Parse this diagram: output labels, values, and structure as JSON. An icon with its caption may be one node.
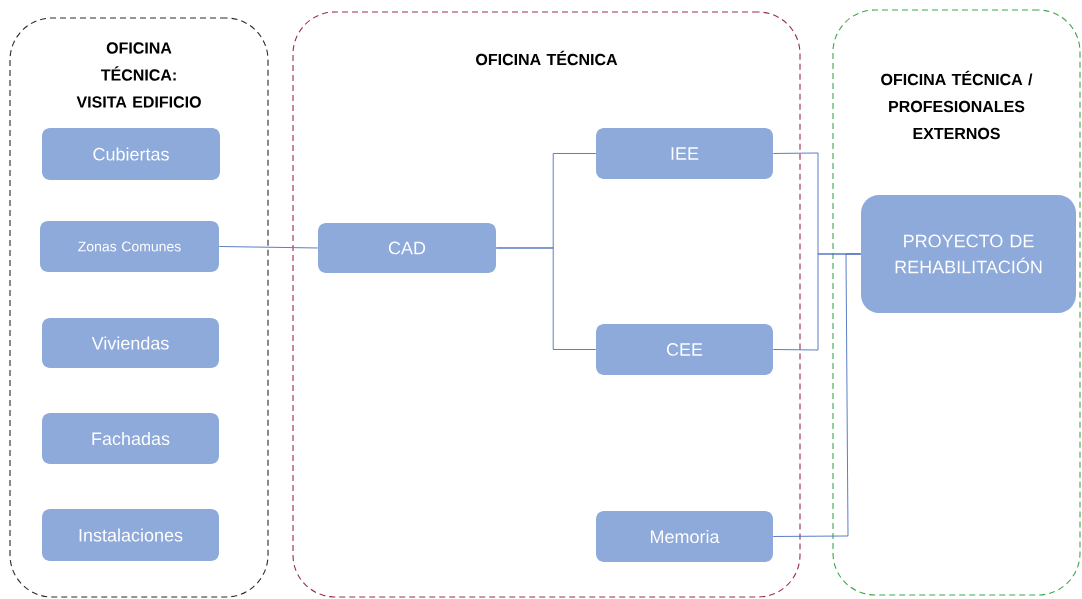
{
  "diagram": {
    "nodes": [
      {
        "text": [
          "OFICINA TÉCNICA: VISITA EDIFICIO"
        ]
      },
      {
        "text": [
          "Cubiertas"
        ],
        "in": 0
      },
      {
        "text": [
          "Zonas Comunes"
        ],
        "in": 0
      },
      {
        "text": [
          "Viviendas"
        ],
        "in": 0
      },
      {
        "text": [
          "Fachadas"
        ],
        "in": 0
      },
      {
        "text": [
          "Instalaciones"
        ],
        "in": 0
      },
      {
        "text": [
          "OFICINA TÉCNICA"
        ]
      },
      {
        "text": [
          "CAD"
        ],
        "in": 6
      },
      {
        "text": [
          "IEE"
        ],
        "in": 6
      },
      {
        "text": [
          "CEE"
        ],
        "in": 6
      },
      {
        "text": [
          "Memoria"
        ],
        "in": 6
      },
      {
        "text": [
          "OFICINA TÉCNICA / PROFESIONALES EXTERNOS"
        ]
      },
      {
        "text": [
          "PROYECTO DE REHABILITACIÓN"
        ],
        "in": 11
      }
    ],
    "edges": [
      {
        "from": 2,
        "to": 7,
        "arrow": "none"
      },
      {
        "from": 7,
        "to": 8,
        "arrow": "none"
      },
      {
        "from": 7,
        "to": 9,
        "arrow": "none"
      },
      {
        "from": 8,
        "to": 12,
        "arrow": "none"
      },
      {
        "from": 9,
        "to": 12,
        "arrow": "none"
      },
      {
        "from": 10,
        "to": 12,
        "arrow": "none"
      }
    ]
  }
}
